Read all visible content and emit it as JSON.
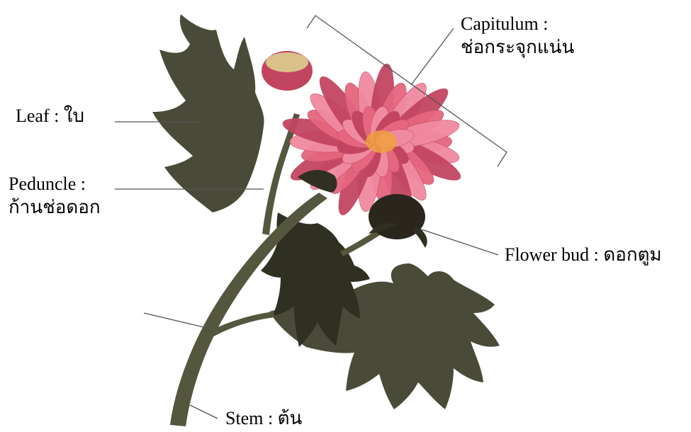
{
  "labels": {
    "capitulum": {
      "line1": "Capitulum :",
      "line2": "ช่อกระจุกแน่น"
    },
    "leaf": {
      "text": "Leaf : ใบ"
    },
    "peduncle": {
      "line1": "Peduncle :",
      "line2": "ก้านช่อดอก"
    },
    "flower_bud": {
      "text": "Flower bud : ดอกตูม"
    },
    "stem": {
      "text": "Stem : ต้น"
    }
  },
  "colors": {
    "leaf": "#4a4a38",
    "leaf_dark": "#2f2f22",
    "stem": "#55563e",
    "petal": "#e5667e",
    "petal_light": "#f08aa0",
    "petal_dark": "#c24560",
    "flower_center": "#f0a040",
    "bud": "#2a261e",
    "leader_line": "#555555"
  }
}
